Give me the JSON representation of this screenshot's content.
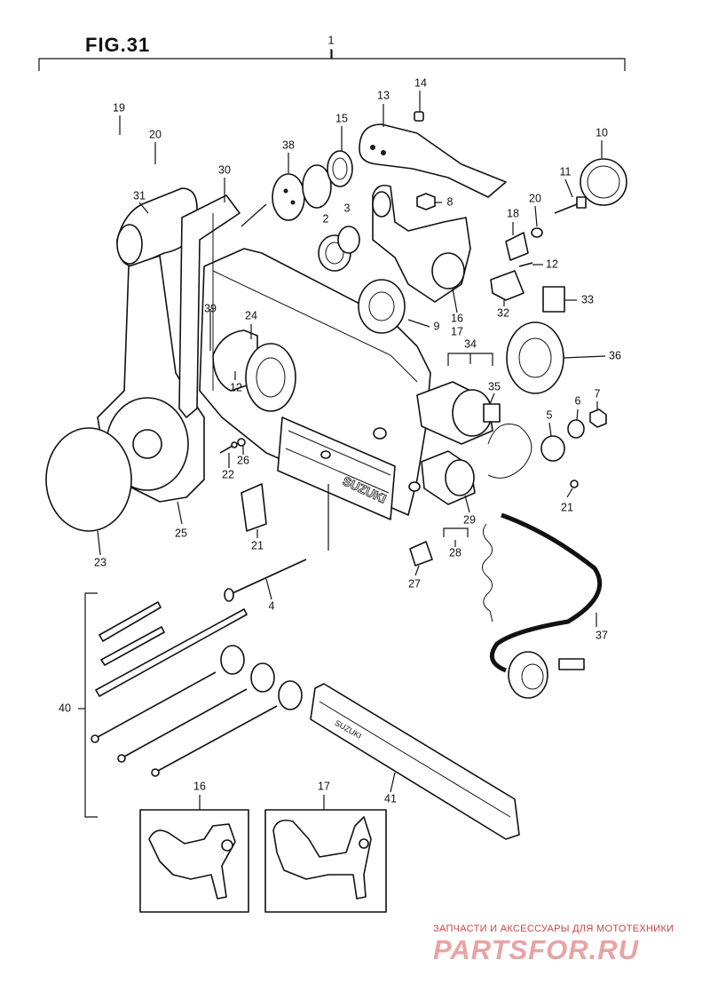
{
  "figure": {
    "title": "FIG.31",
    "housing_brand": "SUZUKI",
    "plate_brand": "SUZUKI"
  },
  "callouts": [
    {
      "id": "c1",
      "label": "1"
    },
    {
      "id": "c2",
      "label": "2"
    },
    {
      "id": "c3",
      "label": "3"
    },
    {
      "id": "c4",
      "label": "4"
    },
    {
      "id": "c5",
      "label": "5"
    },
    {
      "id": "c6",
      "label": "6"
    },
    {
      "id": "c7",
      "label": "7"
    },
    {
      "id": "c8",
      "label": "8"
    },
    {
      "id": "c9",
      "label": "9"
    },
    {
      "id": "c10",
      "label": "10"
    },
    {
      "id": "c11",
      "label": "11"
    },
    {
      "id": "c12a",
      "label": "12"
    },
    {
      "id": "c12b",
      "label": "12"
    },
    {
      "id": "c13",
      "label": "13"
    },
    {
      "id": "c14",
      "label": "14"
    },
    {
      "id": "c15",
      "label": "15"
    },
    {
      "id": "c16a",
      "label": "16"
    },
    {
      "id": "c16b",
      "label": "16"
    },
    {
      "id": "c17a",
      "label": "17"
    },
    {
      "id": "c17b",
      "label": "17"
    },
    {
      "id": "c18",
      "label": "18"
    },
    {
      "id": "c19",
      "label": "19"
    },
    {
      "id": "c20a",
      "label": "20"
    },
    {
      "id": "c20b",
      "label": "20"
    },
    {
      "id": "c21a",
      "label": "21"
    },
    {
      "id": "c21b",
      "label": "21"
    },
    {
      "id": "c22",
      "label": "22"
    },
    {
      "id": "c23",
      "label": "23"
    },
    {
      "id": "c24",
      "label": "24"
    },
    {
      "id": "c25",
      "label": "25"
    },
    {
      "id": "c26",
      "label": "26"
    },
    {
      "id": "c27",
      "label": "27"
    },
    {
      "id": "c28",
      "label": "28"
    },
    {
      "id": "c29",
      "label": "29"
    },
    {
      "id": "c30",
      "label": "30"
    },
    {
      "id": "c31",
      "label": "31"
    },
    {
      "id": "c32",
      "label": "32"
    },
    {
      "id": "c33",
      "label": "33"
    },
    {
      "id": "c34",
      "label": "34"
    },
    {
      "id": "c35",
      "label": "35"
    },
    {
      "id": "c36",
      "label": "36"
    },
    {
      "id": "c37",
      "label": "37"
    },
    {
      "id": "c38",
      "label": "38"
    },
    {
      "id": "c39",
      "label": "39"
    },
    {
      "id": "c40",
      "label": "40"
    },
    {
      "id": "c41",
      "label": "41"
    }
  ],
  "watermark": {
    "tagline": "ЗАПЧАСТИ И АКСЕССУАРЫ ДЛЯ МОТОТЕХНИКИ",
    "brand": "PARTSFOR.RU",
    "color": "#e8a3a3"
  }
}
